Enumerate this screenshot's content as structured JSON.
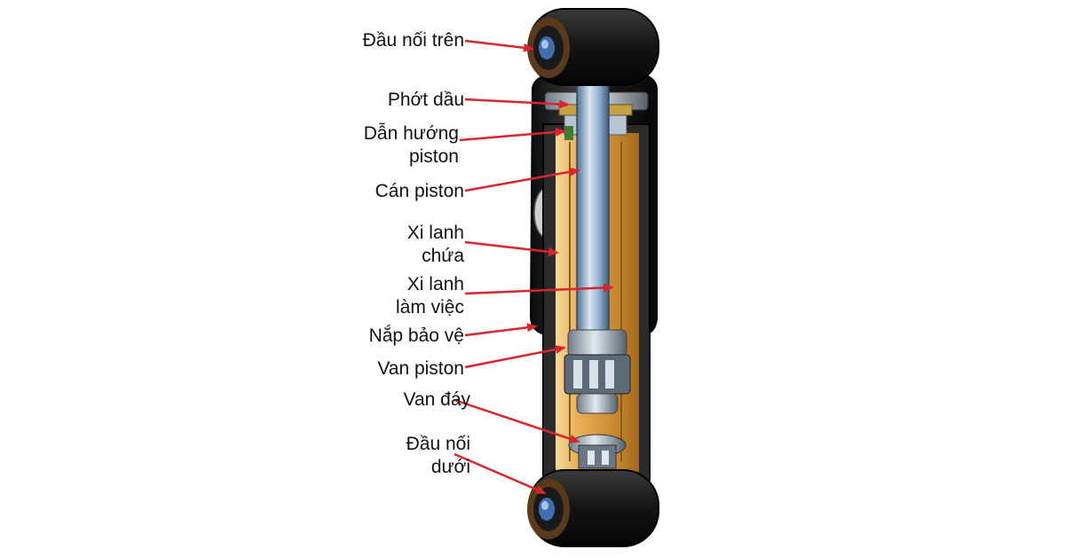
{
  "diagram": {
    "labels": [
      {
        "id": "upper-mount",
        "lines": [
          "Đầu nối trên"
        ]
      },
      {
        "id": "oil-seal",
        "lines": [
          "Phớt dầu"
        ]
      },
      {
        "id": "piston-guide",
        "lines": [
          "Dẫn hướng",
          "piston"
        ]
      },
      {
        "id": "piston-rod",
        "lines": [
          "Cán piston"
        ]
      },
      {
        "id": "reservoir-cylinder",
        "lines": [
          "Xi lanh",
          "chứa"
        ]
      },
      {
        "id": "working-cylinder",
        "lines": [
          "Xi lanh",
          "làm việc"
        ]
      },
      {
        "id": "protective-cover",
        "lines": [
          "Nắp bảo vệ"
        ]
      },
      {
        "id": "piston-valve",
        "lines": [
          "Van piston"
        ]
      },
      {
        "id": "base-valve",
        "lines": [
          "Van đáy"
        ]
      },
      {
        "id": "lower-mount",
        "lines": [
          "Đầu nối",
          "dưới"
        ]
      }
    ],
    "colors": {
      "arrow": "#d9262c",
      "label_text": "#111111",
      "bushing": "#1b1b1b",
      "bushing_ring": "#7a4a20",
      "bushing_hole": "#3f6fb0",
      "outer_cover": "#1e1e1e",
      "oil": "#e7a94a",
      "rod": "#8fb0cf"
    }
  }
}
